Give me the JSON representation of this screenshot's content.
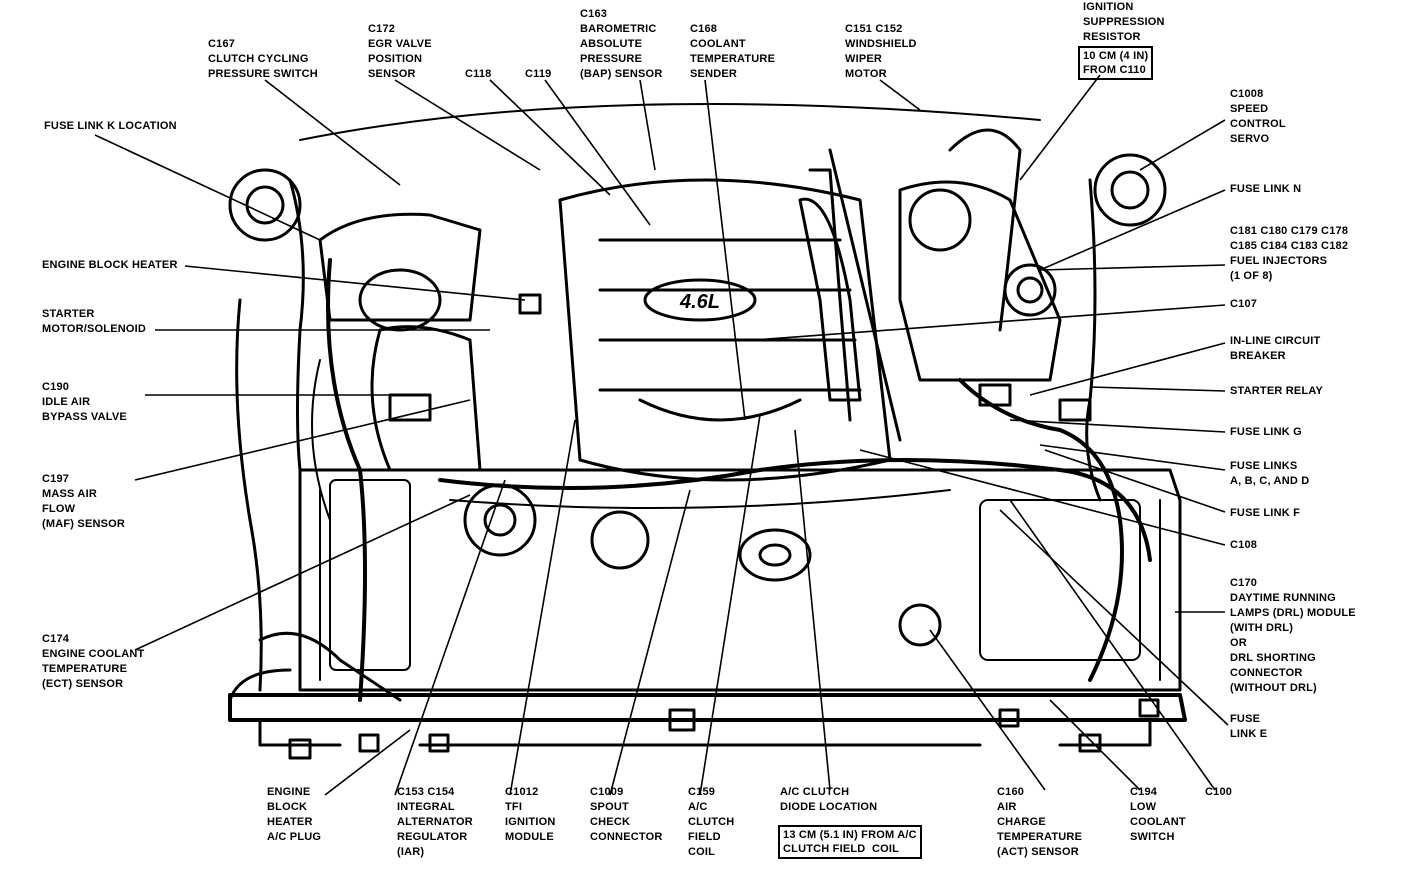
{
  "labels": {
    "c167": "C167\nCLUTCH CYCLING\nPRESSURE SWITCH",
    "c172": "C172\nEGR VALVE\nPOSITION\nSENSOR",
    "c118": "C118",
    "c119": "C119",
    "c163": "C163\nBAROMETRIC\nABSOLUTE\nPRESSURE\n(BAP) SENSOR",
    "c168": "C168\nCOOLANT\nTEMPERATURE\nSENDER",
    "c151": "C151 C152\nWINDSHIELD\nWIPER\nMOTOR",
    "ign": "IGNITION\nSUPPRESSION\nRESISTOR",
    "ign_box": "10 CM (4 IN)\nFROM C110",
    "c1008": "C1008\nSPEED\nCONTROL\nSERVO",
    "fuse_k": "FUSE LINK K LOCATION",
    "fuse_n": "FUSE LINK N",
    "injectors": "C181 C180 C179 C178\nC185 C184 C183 C182\nFUEL INJECTORS\n(1 OF 8)",
    "block_heater": "ENGINE BLOCK HEATER",
    "starter": "STARTER\nMOTOR/SOLENOID",
    "c107": "C107",
    "inline": "IN-LINE CIRCUIT\nBREAKER",
    "c190": "C190\nIDLE AIR\nBYPASS VALVE",
    "starter_relay": "STARTER RELAY",
    "fuse_g": "FUSE LINK G",
    "c197": "C197\nMASS AIR\nFLOW\n(MAF) SENSOR",
    "fuse_abcd": "FUSE LINKS\nA, B, C, AND D",
    "fuse_f": "FUSE LINK F",
    "c108": "C108",
    "c170": "C170\nDAYTIME RUNNING\nLAMPS (DRL) MODULE\n(WITH DRL)\nOR\nDRL SHORTING\nCONNECTOR\n(WITHOUT DRL)",
    "c174": "C174\nENGINE COOLANT\nTEMPERATURE\n(ECT) SENSOR",
    "fuse_e": "FUSE\nLINK E",
    "c100": "C100",
    "plug": "ENGINE\nBLOCK\nHEATER\nA/C PLUG",
    "c153": "C153 C154\nINTEGRAL\nALTERNATOR\nREGULATOR\n(IAR)",
    "c1012": "C1012\nTFI\nIGNITION\nMODULE",
    "c1009": "C1009\nSPOUT\nCHECK\nCONNECTOR",
    "c159": "C159\nA/C\nCLUTCH\nFIELD\nCOIL",
    "diode": "A/C CLUTCH\nDIODE LOCATION",
    "diode_box": "13 CM (5.1 IN) FROM A/C\nCLUTCH FIELD  COIL",
    "c160": "C160\nAIR\nCHARGE\nTEMPERATURE\n(ACT) SENSOR",
    "c194": "C194\nLOW\nCOOLANT\nSWITCH"
  },
  "logo_text": "4.6L"
}
